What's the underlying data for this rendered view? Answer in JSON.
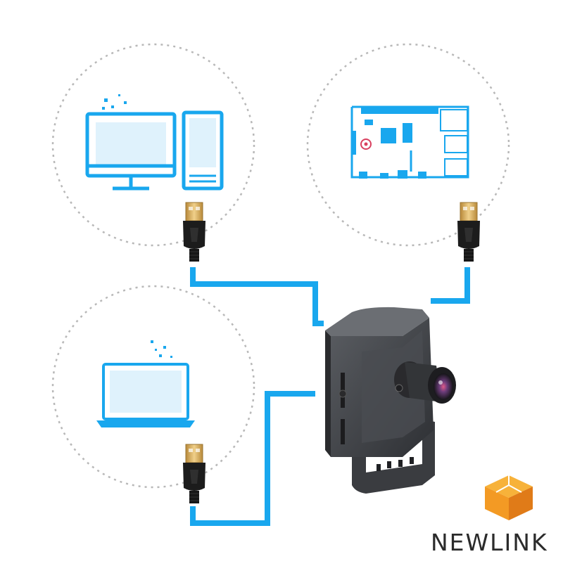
{
  "brand": {
    "name": "NEWLINK"
  },
  "colors": {
    "accent_blue": "#19a7ee",
    "circle_dash": "#b8b8b8",
    "connector_gold": "#d9b060",
    "cable_black": "#1c1c1c",
    "camera_body": "#3e4044",
    "logo_orange_light": "#f7b23a",
    "logo_orange_dark": "#e07b18"
  },
  "devices": [
    {
      "name": "desktop-computer",
      "icon": "desktop-pc-icon"
    },
    {
      "name": "raspberry-pi-board",
      "icon": "raspberry-pi-icon"
    },
    {
      "name": "laptop",
      "icon": "laptop-icon"
    }
  ],
  "product": {
    "name": "usb-camera-module",
    "icon": "camera-module-icon"
  }
}
